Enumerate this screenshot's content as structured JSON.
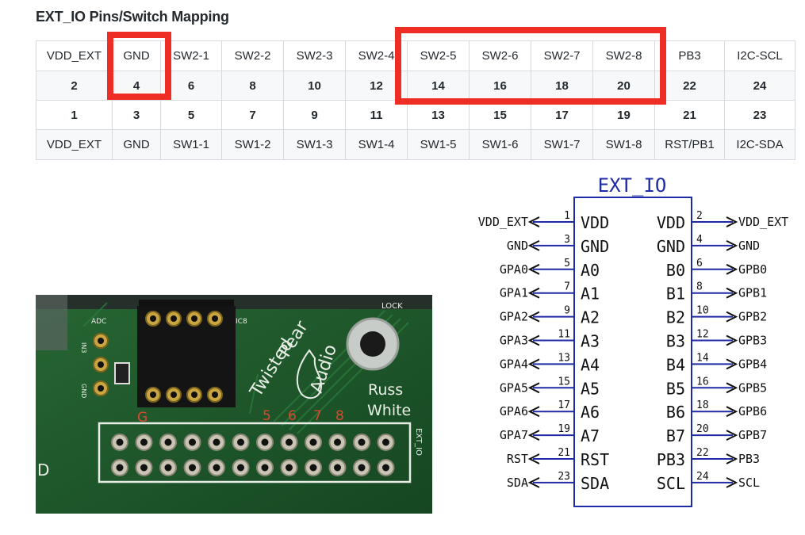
{
  "title": "EXT_IO Pins/Switch Mapping",
  "table": {
    "rows": [
      {
        "kind": "label",
        "cells": [
          "VDD_EXT",
          "GND",
          "SW2-1",
          "SW2-2",
          "SW2-3",
          "SW2-4",
          "SW2-5",
          "SW2-6",
          "SW2-7",
          "SW2-8",
          "PB3",
          "I2C-SCL"
        ]
      },
      {
        "kind": "num",
        "cells": [
          "2",
          "4",
          "6",
          "8",
          "10",
          "12",
          "14",
          "16",
          "18",
          "20",
          "22",
          "24"
        ]
      },
      {
        "kind": "num",
        "cells": [
          "1",
          "3",
          "5",
          "7",
          "9",
          "11",
          "13",
          "15",
          "17",
          "19",
          "21",
          "23"
        ]
      },
      {
        "kind": "label",
        "cells": [
          "VDD_EXT",
          "GND",
          "SW1-1",
          "SW1-2",
          "SW1-3",
          "SW1-4",
          "SW1-5",
          "SW1-6",
          "SW1-7",
          "SW1-8",
          "RST/PB1",
          "I2C-SDA"
        ]
      }
    ]
  },
  "photo": {
    "board_brand": [
      "Twisted",
      "Pear",
      "Audio"
    ],
    "board_author": [
      "Russ",
      "White"
    ],
    "lock_label": "LOCK",
    "adc_label": "ADC",
    "ic_label": "IC8",
    "header_label": "EXT_IO",
    "side_pins_label": "IN3",
    "side_pins_label2": "GND",
    "corner_letter": "D",
    "marker_g": "G",
    "marker_5": "5",
    "marker_6": "6",
    "marker_7": "7",
    "marker_8": "8"
  },
  "schematic": {
    "title": "EXT_IO",
    "left_pins": [
      {
        "num": "1",
        "inner": "VDD",
        "outer": "VDD_EXT"
      },
      {
        "num": "3",
        "inner": "GND",
        "outer": "GND"
      },
      {
        "num": "5",
        "inner": "A0",
        "outer": "GPA0"
      },
      {
        "num": "7",
        "inner": "A1",
        "outer": "GPA1"
      },
      {
        "num": "9",
        "inner": "A2",
        "outer": "GPA2"
      },
      {
        "num": "11",
        "inner": "A3",
        "outer": "GPA3"
      },
      {
        "num": "13",
        "inner": "A4",
        "outer": "GPA4"
      },
      {
        "num": "15",
        "inner": "A5",
        "outer": "GPA5"
      },
      {
        "num": "17",
        "inner": "A6",
        "outer": "GPA6"
      },
      {
        "num": "19",
        "inner": "A7",
        "outer": "GPA7"
      },
      {
        "num": "21",
        "inner": "RST",
        "outer": "RST"
      },
      {
        "num": "23",
        "inner": "SDA",
        "outer": "SDA"
      }
    ],
    "right_pins": [
      {
        "num": "2",
        "inner": "VDD",
        "outer": "VDD_EXT"
      },
      {
        "num": "4",
        "inner": "GND",
        "outer": "GND"
      },
      {
        "num": "6",
        "inner": "B0",
        "outer": "GPB0"
      },
      {
        "num": "8",
        "inner": "B1",
        "outer": "GPB1"
      },
      {
        "num": "10",
        "inner": "B2",
        "outer": "GPB2"
      },
      {
        "num": "12",
        "inner": "B3",
        "outer": "GPB3"
      },
      {
        "num": "14",
        "inner": "B4",
        "outer": "GPB4"
      },
      {
        "num": "16",
        "inner": "B5",
        "outer": "GPB5"
      },
      {
        "num": "18",
        "inner": "B6",
        "outer": "GPB6"
      },
      {
        "num": "20",
        "inner": "B7",
        "outer": "GPB7"
      },
      {
        "num": "22",
        "inner": "PB3",
        "outer": "PB3"
      },
      {
        "num": "24",
        "inner": "SCL",
        "outer": "SCL"
      }
    ]
  },
  "colors": {
    "highlight": "#ee2d24",
    "schematic_blue": "#1f2aa6",
    "pcb_green": "#1c5a2a",
    "silkscreen": "#e8eee6"
  }
}
